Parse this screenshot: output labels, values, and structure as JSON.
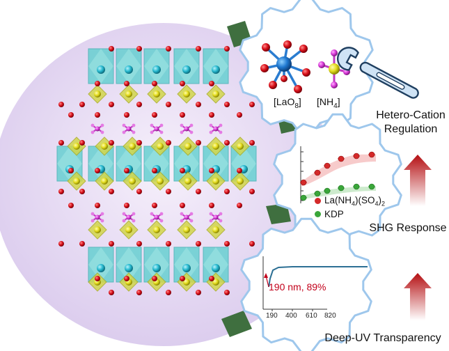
{
  "colors": {
    "background_circle": "#e4d7f1",
    "gear_fill": "#ffffff",
    "gear_stroke": "#9ec7ec",
    "octahedron": "#66d0cf",
    "tetrahedron": "#cfd34a",
    "oxygen": "#d9101a",
    "lanthanum": "#27b9cf",
    "sulfur": "#e7e124",
    "nitrogen_hydrogen": "#d93ad9",
    "arrow_red": "#b80e10",
    "series_red": "#d42a2a",
    "series_green": "#3aa63a",
    "uv_curve": "#2c6f94",
    "connector": "#3a6e3c"
  },
  "top_panel": {
    "label_lao8": "[LaO",
    "label_lao8_sub": "8",
    "label_lao8_end": "]",
    "label_nh4": "[NH",
    "label_nh4_sub": "4",
    "label_nh4_end": "]",
    "caption_line1": "Hetero-Cation",
    "caption_line2": "Regulation",
    "tool_icon": "wrench-icon"
  },
  "middle_panel": {
    "legend_1": "La(NH",
    "legend_1_sub1": "4",
    "legend_1_mid": ")(SO",
    "legend_1_sub2": "4",
    "legend_1_end": ")",
    "legend_1_sub3": "2",
    "legend_2": "KDP",
    "caption": "SHG Response",
    "arrow_icon": "up-arrow-icon"
  },
  "bottom_panel": {
    "annotation": "190 nm, 89%",
    "x_ticks": [
      "190",
      "400",
      "610",
      "820"
    ],
    "caption": "Deep-UV Transparency",
    "arrow_icon": "up-arrow-icon"
  }
}
